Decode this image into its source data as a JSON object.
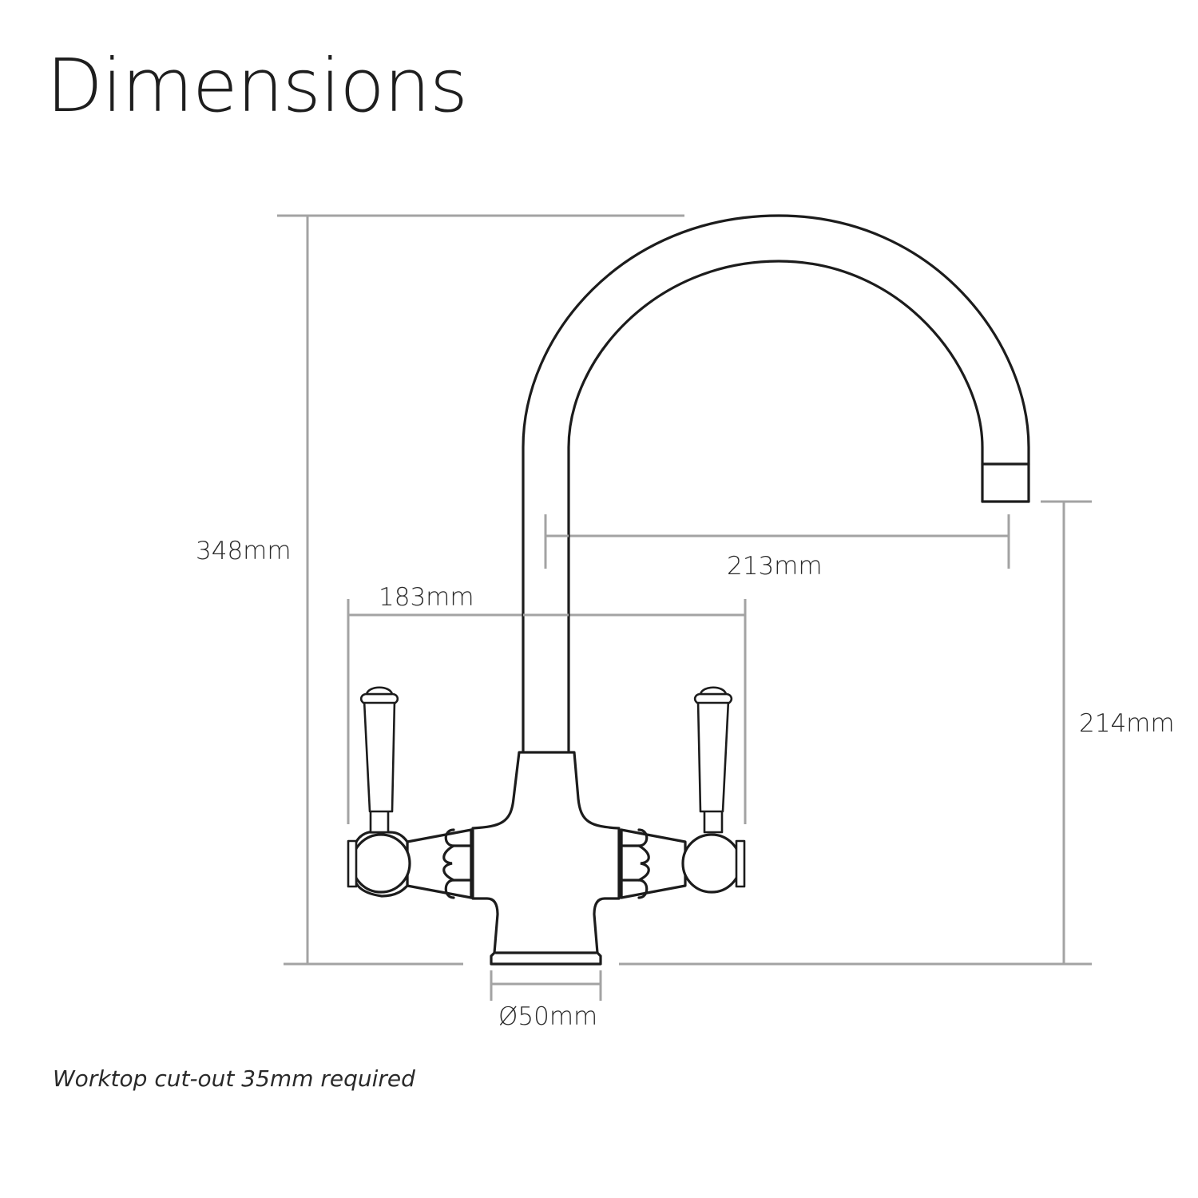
{
  "title": "Dimensions",
  "dimensions": {
    "overall_height": "348mm",
    "spout_height": "214mm",
    "spout_reach": "213mm",
    "handle_span": "183mm",
    "base_diameter": "Ø50mm"
  },
  "note": "Worktop cut-out 35mm required",
  "colors": {
    "ink": "#1c1c1c",
    "dimension_line": "#a3a3a3",
    "background": "#ffffff"
  },
  "icons": {
    "product": "mixer-tap-icon"
  }
}
